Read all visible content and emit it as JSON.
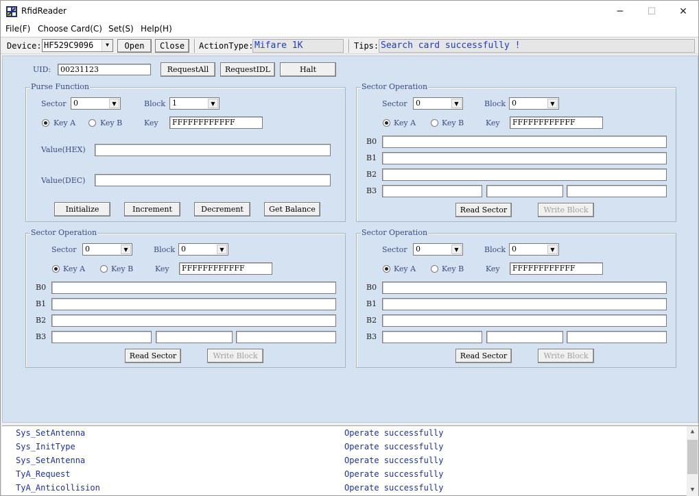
{
  "window": {
    "title": "RfidReader",
    "minimize": "─",
    "maximize": "☐",
    "close": "✕"
  },
  "menu": [
    "File(F)",
    "Choose Card(C)",
    "Set(S)",
    "Help(H)"
  ],
  "toolbar": {
    "device_label": "Device:",
    "device_value": "HF529C9096",
    "open": "Open",
    "close": "Close",
    "action_label": "ActionType:",
    "action_value": "Mifare 1K",
    "tips_label": "Tips:",
    "tips_value": "Search card successfully !"
  },
  "uid": {
    "label": "UID:",
    "value": "00231123",
    "request_all": "RequestAll",
    "request_idl": "RequestIDL",
    "halt": "Halt"
  },
  "purse": {
    "title": "Purse Function",
    "sector_label": "Sector",
    "sector_value": "0",
    "block_label": "Block",
    "block_value": "1",
    "key_a": "Key A",
    "key_b": "Key B",
    "key_label": "Key",
    "key_value": "FFFFFFFFFFFF",
    "value_hex_label": "Value(HEX)",
    "value_hex": "",
    "value_dec_label": "Value(DEC)",
    "value_dec": "",
    "initialize": "Initialize",
    "increment": "Increment",
    "decrement": "Decrement",
    "get_balance": "Get Balance"
  },
  "sectors": [
    {
      "title": "Sector Operation",
      "sector_label": "Sector",
      "sector_value": "0",
      "block_label": "Block",
      "block_value": "0",
      "key_a": "Key A",
      "key_b": "Key B",
      "key_label": "Key",
      "key_value": "FFFFFFFFFFFF",
      "b0": "B0",
      "b1": "B1",
      "b2": "B2",
      "b3": "B3",
      "read": "Read Sector",
      "write": "Write Block"
    },
    {
      "title": "Sector Operation",
      "sector_label": "Sector",
      "sector_value": "0",
      "block_label": "Block",
      "block_value": "0",
      "key_a": "Key A",
      "key_b": "Key B",
      "key_label": "Key",
      "key_value": "FFFFFFFFFFFF",
      "b0": "B0",
      "b1": "B1",
      "b2": "B2",
      "b3": "B3",
      "read": "Read Sector",
      "write": "Write Block"
    },
    {
      "title": "Sector Operation",
      "sector_label": "Sector",
      "sector_value": "0",
      "block_label": "Block",
      "block_value": "0",
      "key_a": "Key A",
      "key_b": "Key B",
      "key_label": "Key",
      "key_value": "FFFFFFFFFFFF",
      "b0": "B0",
      "b1": "B1",
      "b2": "B2",
      "b3": "B3",
      "read": "Read Sector",
      "write": "Write Block"
    }
  ],
  "log": [
    {
      "fn": "Sys_SetAntenna",
      "status": "Operate successfully"
    },
    {
      "fn": "Sys_InitType",
      "status": "Operate successfully"
    },
    {
      "fn": "Sys_SetAntenna",
      "status": "Operate successfully"
    },
    {
      "fn": "TyA_Request",
      "status": "Operate successfully"
    },
    {
      "fn": "TyA_Anticollision",
      "status": "Operate successfully"
    }
  ],
  "icons": {
    "app": "app-icon",
    "dropdown": "dropdown-arrow-icon",
    "scroll_up": "scroll-up-icon",
    "scroll_down": "scroll-down-icon"
  },
  "colors": {
    "client_bg": "#d4e2f1",
    "label": "#3b4a80",
    "tips_text": "#1a3ad0",
    "log_text": "#1a30b0"
  }
}
